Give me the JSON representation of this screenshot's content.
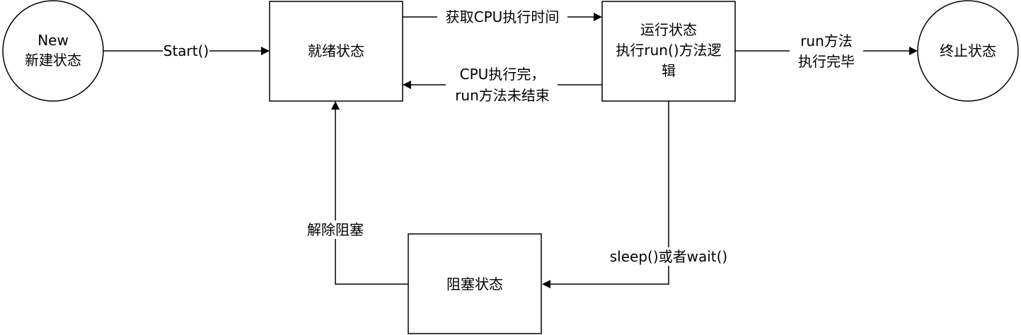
{
  "nodes": {
    "new": {
      "line1": "New",
      "line2": "新建状态"
    },
    "ready": {
      "label": "就绪状态"
    },
    "running": {
      "line1": "运行状态",
      "line2": "执行run()方法逻",
      "line3": "辑"
    },
    "terminated": {
      "label": "终止状态"
    },
    "blocked": {
      "label": "阻塞状态"
    }
  },
  "edges": {
    "start": {
      "label": "Start()"
    },
    "get_cpu": {
      "label": "获取CPU执行时间"
    },
    "cpu_done": {
      "line1": "CPU执行完，",
      "line2": "run方法未结束"
    },
    "run_finished": {
      "line1": "run方法",
      "line2": "执行完毕"
    },
    "sleep_wait": {
      "label": "sleep()或者wait()"
    },
    "unblock": {
      "label": "解除阻塞"
    }
  }
}
